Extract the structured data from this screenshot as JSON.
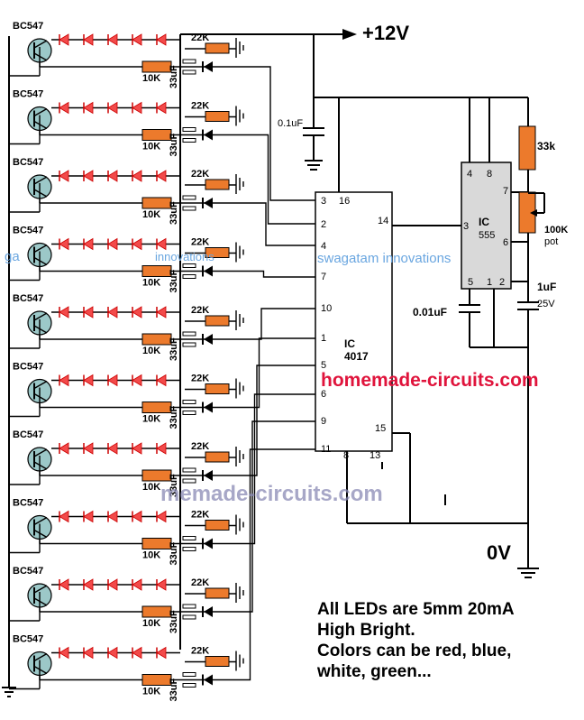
{
  "supply": {
    "positive": "+12V",
    "ground": "0V"
  },
  "stage": {
    "transistor_label": "BC547",
    "base_resistor": "10K",
    "pull_resistor": "22K",
    "capacitor": "33uF",
    "count": 10
  },
  "ic4017": {
    "name_line1": "IC",
    "name_line2": "4017",
    "pins_left": [
      "3",
      "2",
      "4",
      "7",
      "10",
      "1",
      "5",
      "6",
      "9",
      "11"
    ],
    "pin_vcc": "16",
    "pin_clock": "14",
    "pin_reset": "15",
    "pin_gnd": "8",
    "pin_enable": "13"
  },
  "ic555": {
    "name_line1": "IC",
    "name_line2": "555",
    "pins": [
      "4",
      "8",
      "7",
      "3",
      "6",
      "5",
      "1",
      "2"
    ]
  },
  "components": {
    "cap_supply": "0.1uF",
    "resistor_timing": "33k",
    "pot_line1": "100K",
    "pot_line2": "pot",
    "cap_timing": "1uF",
    "cap_timing_voltage": "25V",
    "cap_control": "0.01uF"
  },
  "watermarks": {
    "main": "homemade-circuits.com",
    "faded": "memade-circuits.com",
    "brand_right": "swagatam innovations",
    "brand_left_a": "ga",
    "brand_left_b": "innovations"
  },
  "note_lines": [
    "All LEDs are 5mm 20mA",
    "High Bright.",
    "Colors can be red, blue,",
    "white, green..."
  ]
}
